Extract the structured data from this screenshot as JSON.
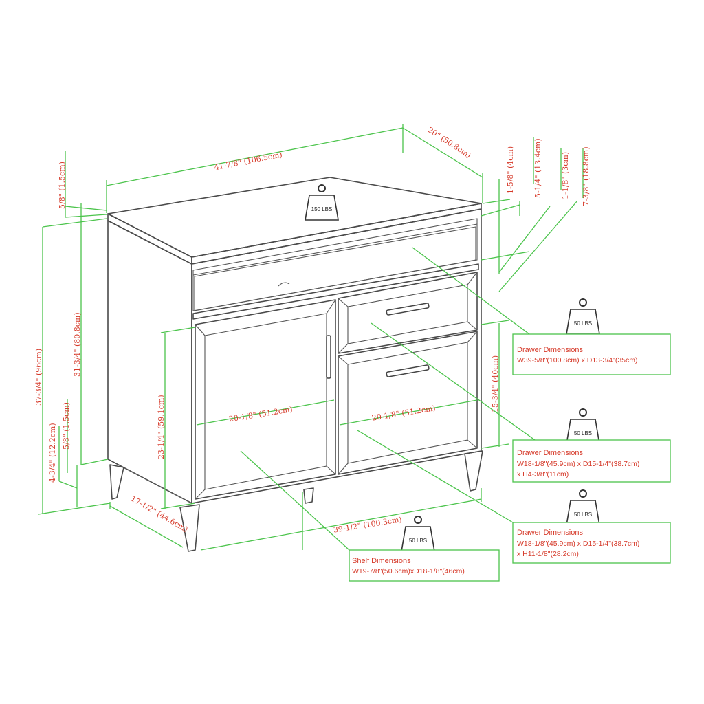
{
  "dimensions": {
    "top_width": "41-7/8\" (106.5cm)",
    "top_depth": "20\" (50.8cm)",
    "d_1_5_8": "1-5/8\" (4cm)",
    "d_5_1_4": "5-1/4\" (13.4cm)",
    "d_1_1_8": "1-1/8\" (3cm)",
    "d_7_3_8": "7-3/8\" (18.8cm)",
    "top_thickness": "5/8\" (1.5cm)",
    "overall_height": "37-3/4\" (96cm)",
    "body_height": "31-3/4\" (80.8cm)",
    "leg_height": "4-3/4\" (12.2cm)",
    "bottom_thickness": "5/8\" (1.5cm)",
    "door_height": "23-1/4\" (59.1cm)",
    "door_width_left": "20-1/8\" (51.2cm)",
    "door_width_right": "20-1/8\" (51.2cm)",
    "right_height": "15-3/4\" (40cm)",
    "base_depth": "17-1/2\" (44.6cm)",
    "base_width": "39-1/2\" (100.3cm)"
  },
  "weights": {
    "top": "150 LBS",
    "drawer_top": "50 LBS",
    "drawer_mid": "50 LBS",
    "drawer_bottom": "50 LBS",
    "shelf": "50 LBS"
  },
  "callouts": {
    "drawer1": {
      "title": "Drawer Dimensions",
      "line1": "W39-5/8\"(100.8cm) x D13-3/4\"(35cm)"
    },
    "drawer2": {
      "title": "Drawer Dimensions",
      "line1": "W18-1/8\"(45.9cm) x D15-1/4\"(38.7cm)",
      "line2": "x H4-3/8\"(11cm)"
    },
    "drawer3": {
      "title": "Drawer Dimensions",
      "line1": "W18-1/8\"(45.9cm) x D15-1/4\"(38.7cm)",
      "line2": "x H11-1/8\"(28.2cm)"
    },
    "shelf": {
      "title": "Shelf Dimensions",
      "line1": "W19-7/8\"(50.6cm)xD18-1/8\"(46cm)"
    }
  }
}
